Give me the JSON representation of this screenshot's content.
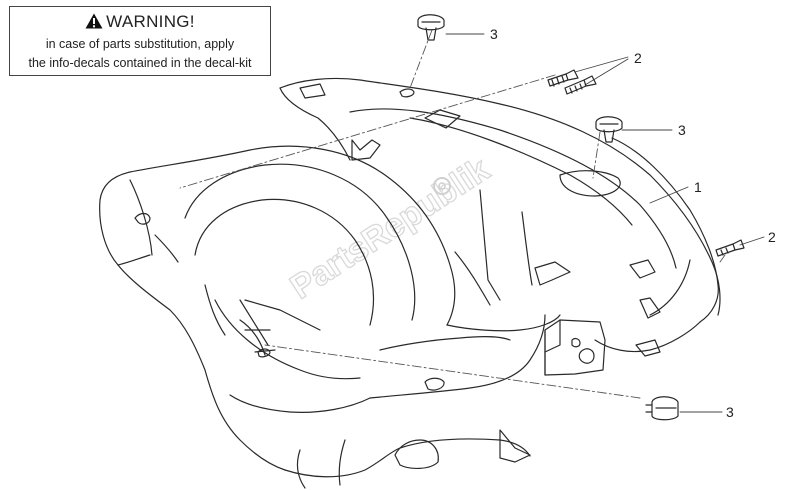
{
  "warning": {
    "heading": "WARNING!",
    "line1": "in case of parts substitution, apply",
    "line2": "the info-decals contained in the decal-kit"
  },
  "callouts": {
    "c1": "1",
    "c2_top": "2",
    "c2_right": "2",
    "c3_top": "3",
    "c3_mid": "3",
    "c3_bottom": "3"
  },
  "watermark": "PartsRepublik"
}
